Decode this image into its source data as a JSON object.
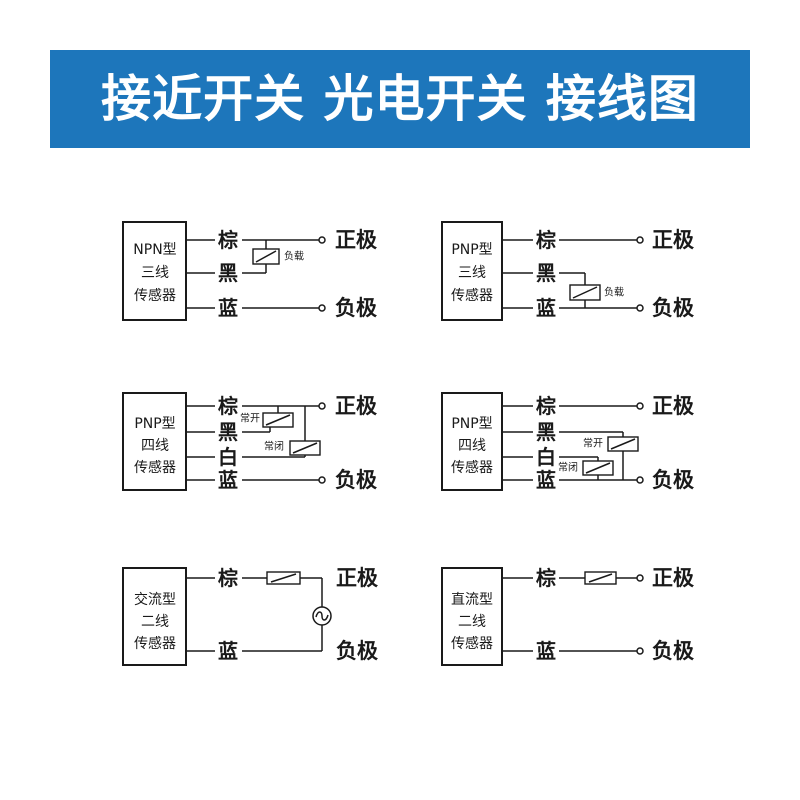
{
  "colors": {
    "banner": "#1d76bb",
    "title_text": "#ffffff",
    "ink": "#1a1a1a"
  },
  "banner": {
    "title": "接近开关 光电开关 接线图"
  },
  "diagrams": [
    {
      "sensor_lines": [
        "NPN型",
        "三线",
        "传感器"
      ],
      "wires": [
        "棕",
        "黑",
        "蓝"
      ],
      "loads": [
        "负载"
      ],
      "terminals": {
        "positive": "正极",
        "negative": "负极"
      }
    },
    {
      "sensor_lines": [
        "PNP型",
        "三线",
        "传感器"
      ],
      "wires": [
        "棕",
        "黑",
        "蓝"
      ],
      "loads": [
        "负载"
      ],
      "terminals": {
        "positive": "正极",
        "negative": "负极"
      }
    },
    {
      "sensor_lines": [
        "PNP型",
        "四线",
        "传感器"
      ],
      "wires": [
        "棕",
        "黑",
        "白",
        "蓝"
      ],
      "loads": [
        "常开",
        "常闭"
      ],
      "terminals": {
        "positive": "正极",
        "negative": "负极"
      }
    },
    {
      "sensor_lines": [
        "PNP型",
        "四线",
        "传感器"
      ],
      "wires": [
        "棕",
        "黑",
        "白",
        "蓝"
      ],
      "loads": [
        "常开",
        "常闭"
      ],
      "terminals": {
        "positive": "正极",
        "negative": "负极"
      }
    },
    {
      "sensor_lines": [
        "交流型",
        "二线",
        "传感器"
      ],
      "wires": [
        "棕",
        "蓝"
      ],
      "source_icon": "ac-source-icon",
      "terminals": {
        "positive": "正极",
        "negative": "负极"
      }
    },
    {
      "sensor_lines": [
        "直流型",
        "二线",
        "传感器"
      ],
      "wires": [
        "棕",
        "蓝"
      ],
      "terminals": {
        "positive": "正极",
        "negative": "负极"
      }
    }
  ]
}
